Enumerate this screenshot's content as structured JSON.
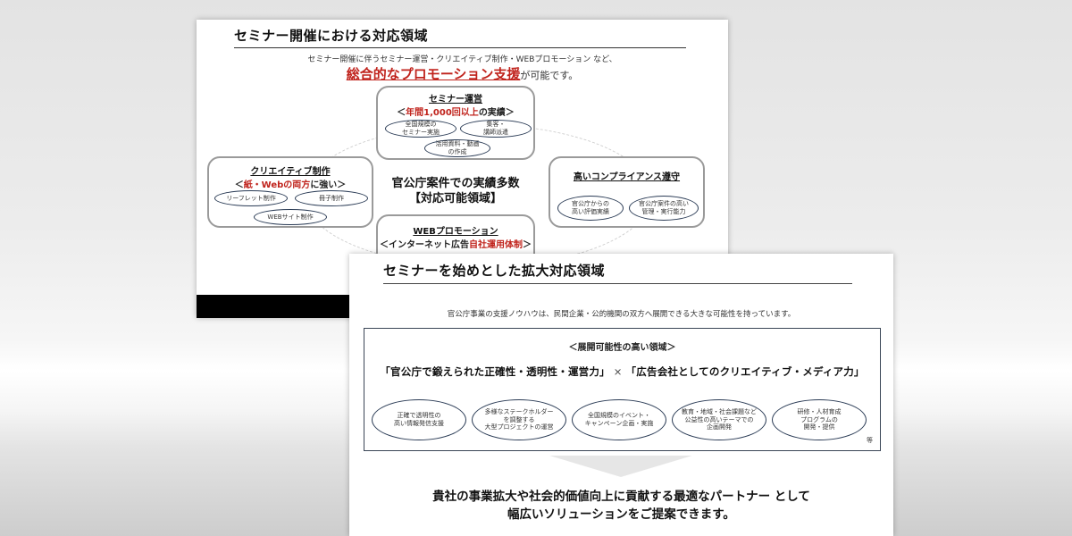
{
  "colors": {
    "accent_red": "#c0231c",
    "pill_border": "#2a3b55",
    "box_border": "#9a9a9a",
    "frame_border": "#3a4556"
  },
  "slide1": {
    "title": "セミナー開催における対応領域",
    "lead_line1": "セミナー開催に伴うセミナー運営・クリエイティブ制作・WEBプロモーション など、",
    "lead_emphasis": "総合的なプロモーション支援",
    "lead_suffix": "が可能です。",
    "center": {
      "line1": "官公庁案件での実績多数",
      "line2": "【対応可能領域】"
    },
    "seminar": {
      "heading": "セミナー運営",
      "sub_prefix": "＜",
      "sub_red": "年間1,000回以上",
      "sub_suffix": "の実績＞",
      "pills": [
        {
          "line1": "全国規模の",
          "line2": "セミナー実施"
        },
        {
          "line1": "集客・",
          "line2": "講師派遣"
        },
        {
          "line1": "活用資料・動画",
          "line2": "の作成"
        }
      ]
    },
    "creative": {
      "heading": "クリエイティブ制作",
      "sub_prefix": "＜",
      "sub_red": "紙・Webの両方",
      "sub_suffix": "に強い＞",
      "pills": [
        {
          "line1": "リーフレット制作"
        },
        {
          "line1": "冊子制作"
        },
        {
          "line1": "WEBサイト制作"
        }
      ]
    },
    "compliance": {
      "heading": "高いコンプライアンス遵守",
      "pills": [
        {
          "line1": "官公庁からの",
          "line2": "高い評価実績"
        },
        {
          "line1": "官公庁案件の高い",
          "line2": "管理・実行能力"
        }
      ]
    },
    "web": {
      "heading": "WEBプロモーション",
      "sub_prefix": "＜インターネット広告",
      "sub_red": "自社運用体制",
      "sub_suffix": "＞"
    }
  },
  "slide2": {
    "title": "セミナーを始めとした拡大対応領域",
    "intro": "官公庁事業の支援ノウハウは、民間企業・公的機関の双方へ展開できる大きな可能性を持っています。",
    "frame": {
      "heading": "＜展開可能性の高い領域＞",
      "formula_left": "「官公庁で鍛えられた正確性・透明性・運営力」",
      "formula_times": "×",
      "formula_right": "「広告会社としてのクリエイティブ・メディア力」",
      "pills": [
        {
          "line1": "正確で透明性の",
          "line2": "高い情報発信支援",
          "line3": ""
        },
        {
          "line1": "多様なステークホルダー",
          "line2": "を調整する",
          "line3": "大型プロジェクトの運営"
        },
        {
          "line1": "全国規模のイベント・",
          "line2": "キャンペーン企画・実施",
          "line3": ""
        },
        {
          "line1": "教育・地域・社会課題など",
          "line2": "公益性の高いテーマでの",
          "line3": "企画開発"
        },
        {
          "line1": "研修・人材育成",
          "line2": "プログラムの",
          "line3": "開発・提供"
        }
      ],
      "etc": "等"
    },
    "conclusion": {
      "line1": "貴社の事業拡大や社会的価値向上に貢献する最適なパートナー として",
      "line2": "幅広いソリューションをご提案できます。"
    }
  }
}
